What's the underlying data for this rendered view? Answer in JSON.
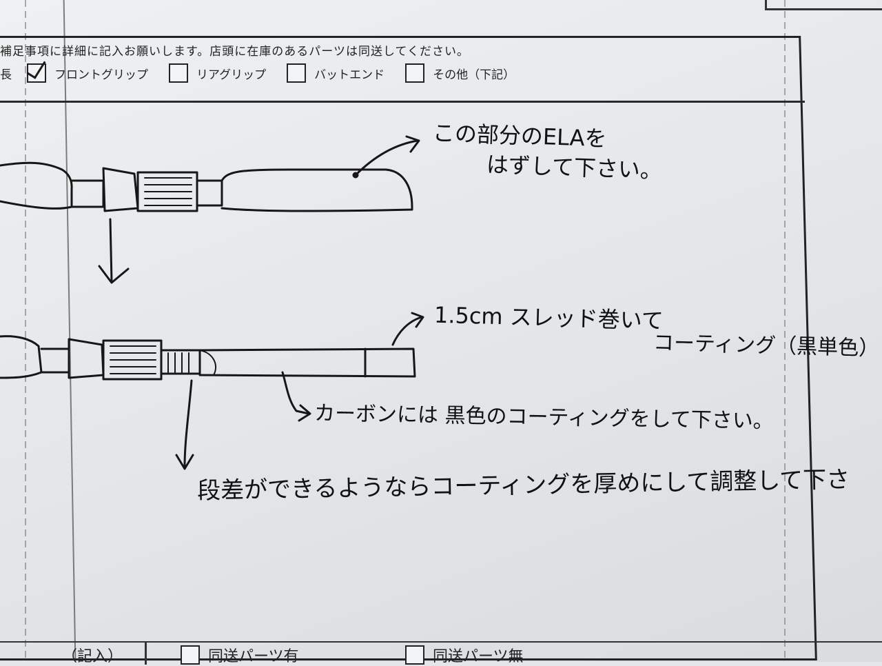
{
  "form": {
    "notice_text": "補足事項に詳細に記入お願いします。店頭に在庫のあるパーツは同送してください。",
    "row_label": "長",
    "options": [
      {
        "label": "フロントグリップ",
        "checked": true
      },
      {
        "label": "リアグリップ",
        "checked": false
      },
      {
        "label": "バットエンド",
        "checked": false
      },
      {
        "label": "その他（下記）",
        "checked": false
      }
    ]
  },
  "handwritten_notes": {
    "top_note_line1": "この部分のELAを",
    "top_note_line2": "はずして下さい。",
    "thread_note_line1": "1.5cm  スレッド巻いて",
    "thread_note_line2": "コーティング（黒単色）",
    "carbon_note": "カーボンには 黒色のコーティングをして下さい。",
    "step_note": "段差ができるようならコーティングを厚めにして調整して下さ"
  },
  "footer": {
    "left_text": "（記入）",
    "middle_text": "同送パーツ有",
    "right_text": "同送パーツ無"
  }
}
